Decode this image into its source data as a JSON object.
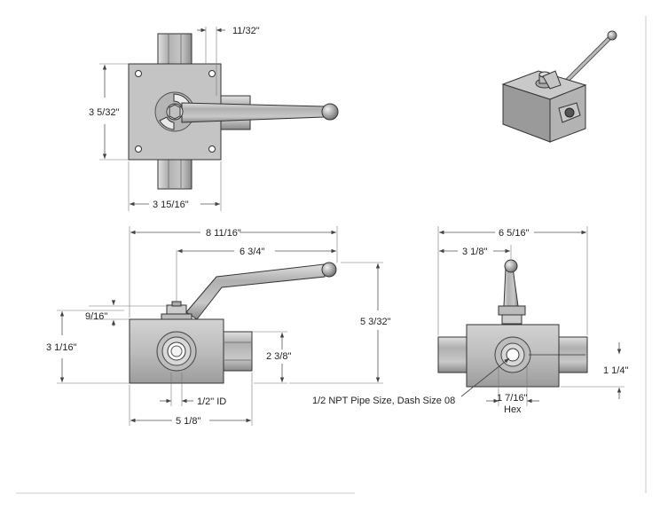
{
  "dimensions": {
    "top_fitting_offset": "11/32\"",
    "top_height": "3 5/32\"",
    "top_width": "3 15/16\"",
    "overall_length": "8 11/16\"",
    "handle_length": "6 3/4\"",
    "stem_height": "9/16\"",
    "body_height": "3 1/16\"",
    "port_height": "2 3/8\"",
    "overall_height": "5 3/32\"",
    "port_id": "1/2\" ID",
    "body_length": "5 1/8\"",
    "side_overall": "6 5/16\"",
    "side_half": "3 1/8\"",
    "port_center": "1 1/4\"",
    "hex_size": "1 7/16\"",
    "hex_label": "Hex"
  },
  "callout": {
    "port_spec": "1/2 NPT Pipe Size, Dash Size 08"
  },
  "colors": {
    "body": "#b8b8b8",
    "body_dark": "#8e8e8e",
    "body_light": "#d6d6d6",
    "line": "#333333"
  }
}
